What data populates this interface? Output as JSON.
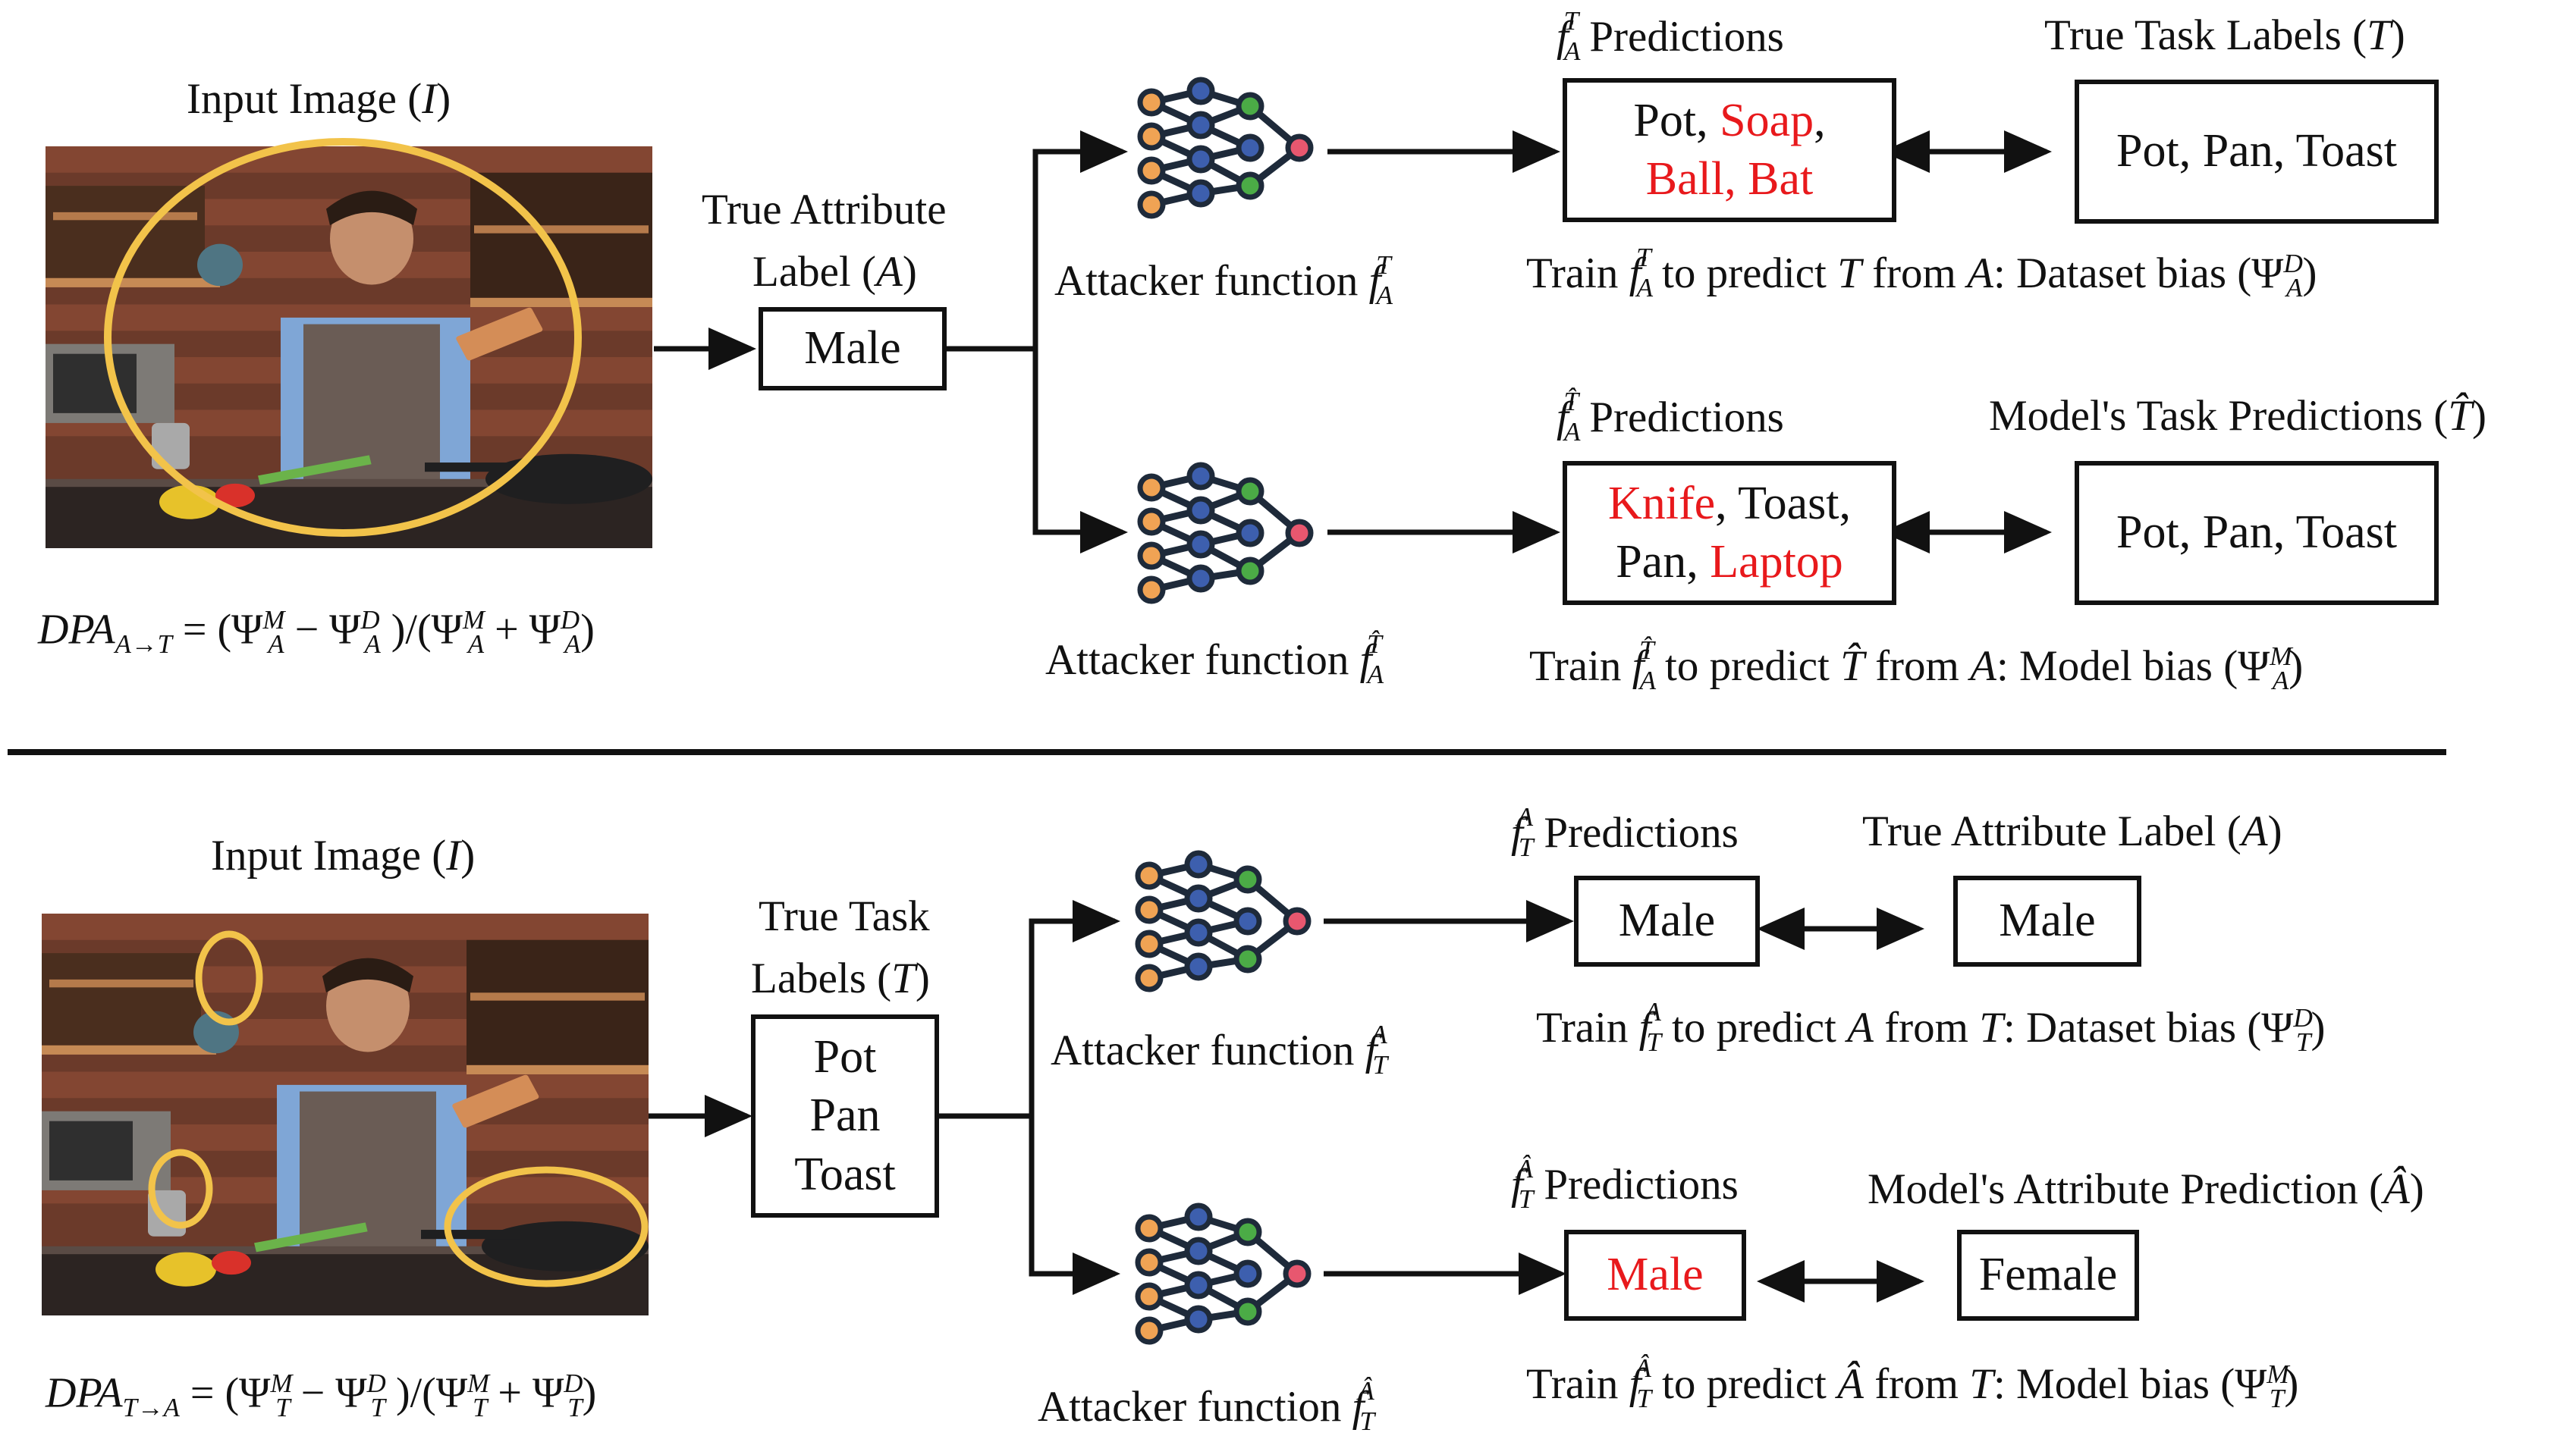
{
  "top": {
    "input_label": "Input Image (",
    "input_var": "I",
    "attribute_label_line1": "True Attribute",
    "attribute_label_line2": "Label (",
    "attribute_var": "A",
    "attribute_value": "Male",
    "attacker_label": "Attacker function",
    "pred1_header": "Predictions",
    "pred1_items_line1": [
      "Pot",
      "Soap"
    ],
    "pred1_items_line2": [
      "Ball",
      "Bat"
    ],
    "pred1_wrong": [
      "Soap",
      "Ball",
      "Bat"
    ],
    "true_task_header": "True Task Labels (",
    "true_task_var": "T",
    "true_task_value": "Pot, Pan, Toast",
    "train1_text_a": "Train",
    "train1_text_b": "to predict",
    "train1_text_c": "from",
    "train1_text_d": ": Dataset bias (",
    "pred2_header": "Predictions",
    "pred2_items_line1": [
      "Knife",
      "Toast"
    ],
    "pred2_items_line2": [
      "Pan",
      "Laptop"
    ],
    "pred2_wrong": [
      "Knife",
      "Laptop"
    ],
    "model_task_header": "Model's Task Predictions (",
    "model_task_value": "Pot, Pan, Toast",
    "train2_text_d": ": Model bias (",
    "equation_lhs": "DPA",
    "equation_sub": "A→T"
  },
  "bottom": {
    "input_label": "Input Image (",
    "input_var": "I",
    "task_label_line1": "True Task",
    "task_label_line2": "Labels (",
    "task_var": "T",
    "task_values": [
      "Pot",
      "Pan",
      "Toast"
    ],
    "attacker_label": "Attacker function",
    "pred1_header": "Predictions",
    "pred1_value": "Male",
    "true_attr_header": "True Attribute Label (",
    "true_attr_var": "A",
    "true_attr_value": "Male",
    "train1_text_a": "Train",
    "train1_text_b": "to predict",
    "train1_text_c": "from",
    "train1_text_d": ": Dataset bias (",
    "pred2_header": "Predictions",
    "pred2_value": "Male",
    "model_attr_header": "Model's Attribute Prediction (",
    "model_attr_value": "Female",
    "train2_text_d": ": Model bias (",
    "equation_lhs": "DPA",
    "equation_sub": "T→A"
  },
  "colors": {
    "error_red": "#e8191c",
    "highlight_yellow": "#f2c34a",
    "node_orange": "#f0a354",
    "node_blue": "#3d5fae",
    "node_green": "#4bab46",
    "node_pink": "#e8576f"
  },
  "icons": {
    "network": "neural-network-icon",
    "arrow": "arrow-right-icon",
    "double_arrow": "double-arrow-icon"
  }
}
